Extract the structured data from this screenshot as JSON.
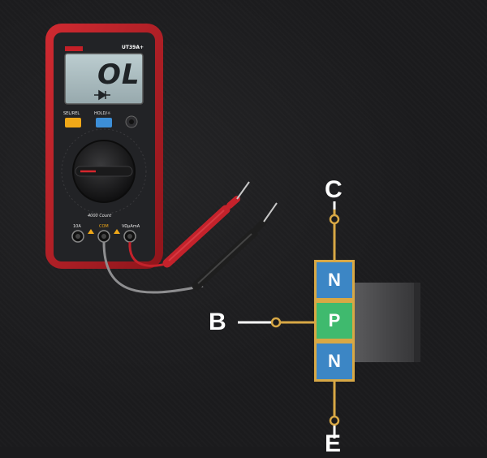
{
  "multimeter": {
    "model": "UT39A+",
    "display_reading": "OL",
    "display_mode_icon": "diode-symbol-icon",
    "button_left_label": "SEL/REL",
    "button_right_label": "HOLD/☼",
    "count_label": "4000 Count",
    "jack_10a_label": "10A",
    "jack_com_label": "COM",
    "jack_vohm_label": "VΩμAmA",
    "colors": {
      "body": "#b31d25",
      "lcd": "#a9bcc0",
      "button_yellow": "#f0a818",
      "button_blue": "#3d8fd8"
    }
  },
  "probes": {
    "red_color": "#c4222b",
    "black_color": "#1e1e1e"
  },
  "transistor": {
    "terminal_c": "C",
    "terminal_b": "B",
    "terminal_e": "E",
    "layers": [
      "N",
      "P",
      "N"
    ],
    "colors": {
      "n_layer": "#3c86c5",
      "p_layer": "#3fba6e",
      "lead": "#d8a845",
      "heatsink": "#4a4a4c"
    }
  }
}
